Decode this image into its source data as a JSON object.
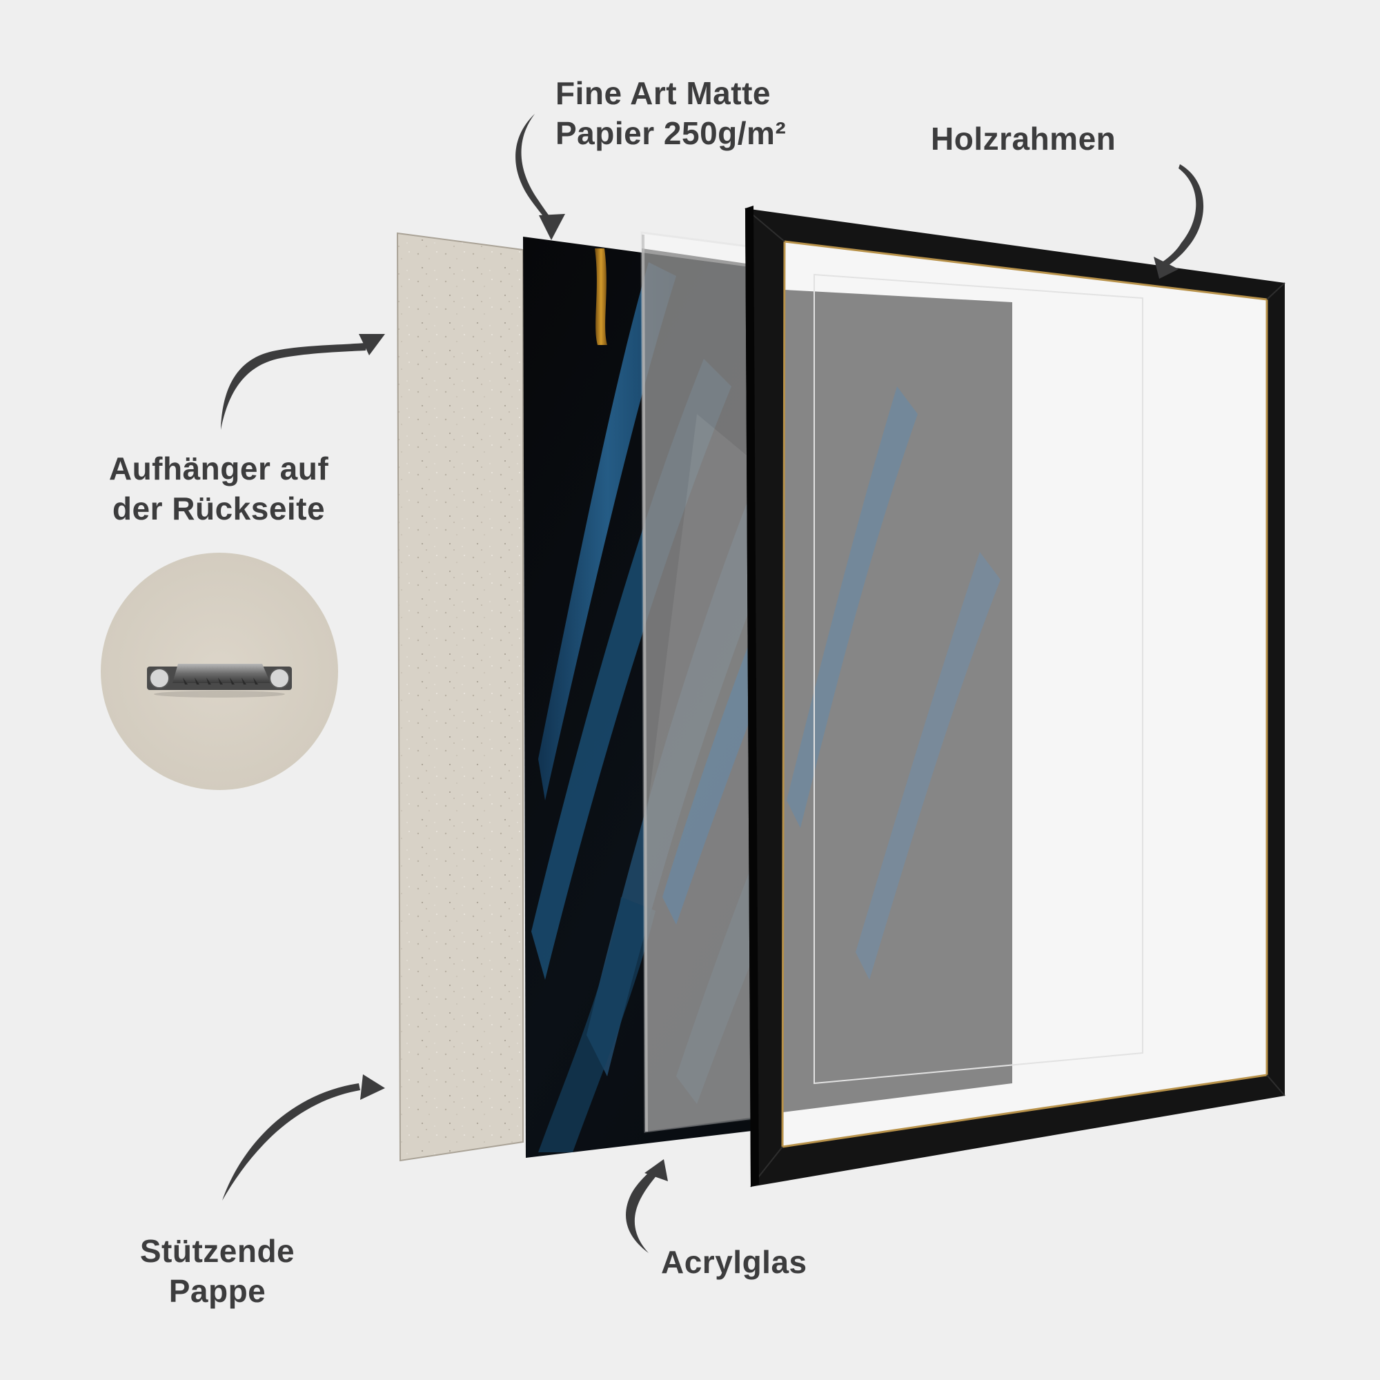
{
  "diagram": {
    "type": "exploded-view",
    "subject": "framed art print layers",
    "background_color": "#efefef",
    "label_color": "#3c3c3d"
  },
  "labels": {
    "paper": {
      "lines": [
        "Fine Art Matte",
        "Papier 250g/m²"
      ]
    },
    "frame": {
      "lines": [
        "Holzrahmen"
      ]
    },
    "hanger": {
      "lines": [
        "Aufhänger auf",
        "der Rückseite"
      ]
    },
    "backing": {
      "lines": [
        "Stützende",
        "Pappe"
      ]
    },
    "acrylic": {
      "lines": [
        "Acrylglas"
      ]
    }
  },
  "layers": [
    {
      "id": "backing-board",
      "name": "Stützende Pappe",
      "color": "#d8d2c7"
    },
    {
      "id": "art-print",
      "name": "Fine Art Matte Papier 250g/m²",
      "colors": [
        "#0a0b0e",
        "#1f4f78",
        "#c98a1c"
      ]
    },
    {
      "id": "acrylic-glass",
      "name": "Acrylglas",
      "color": "#8a8a8a"
    },
    {
      "id": "wood-frame",
      "name": "Holzrahmen",
      "color": "#141414",
      "inner_edge_color": "#b8924a"
    }
  ],
  "detail_inset": {
    "name": "Aufhänger auf der Rückseite",
    "shape": "circle",
    "color": "#d9d2c6",
    "content": "sawtooth-hanger"
  },
  "arrows": [
    {
      "points_to": "art-print",
      "from_label": "paper"
    },
    {
      "points_to": "wood-frame",
      "from_label": "frame"
    },
    {
      "points_to": "backing-board",
      "from_label": "hanger"
    },
    {
      "points_to": "backing-board",
      "from_label": "backing"
    },
    {
      "points_to": "acrylic-glass",
      "from_label": "acrylic"
    }
  ]
}
